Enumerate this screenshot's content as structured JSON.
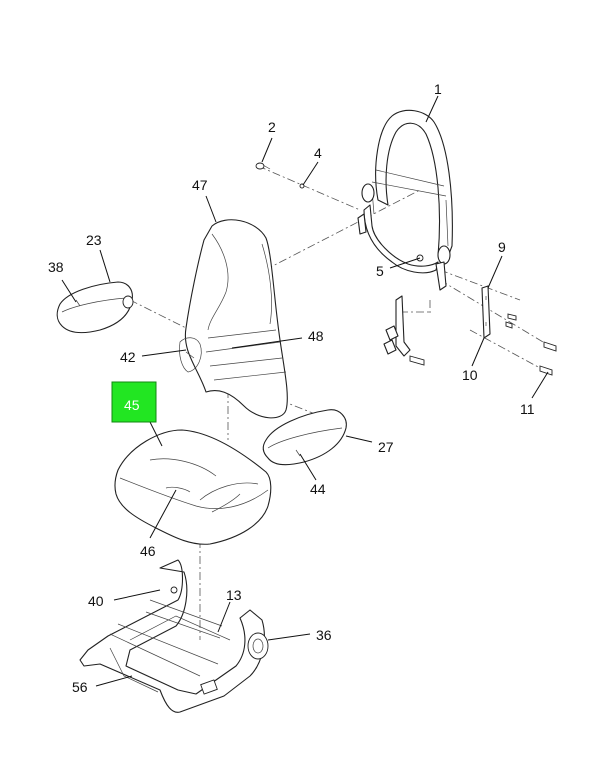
{
  "diagram": {
    "highlighted_callout": "45",
    "highlight_color": "#22e622",
    "callouts": {
      "c1": "1",
      "c2": "2",
      "c4": "4",
      "c5": "5",
      "c9": "9",
      "c10": "10",
      "c11": "11",
      "c13": "13",
      "c23": "23",
      "c27": "27",
      "c36": "36",
      "c38": "38",
      "c40": "40",
      "c42": "42",
      "c44": "44",
      "c45": "45",
      "c46": "46",
      "c47": "47",
      "c48": "48",
      "c56": "56"
    }
  }
}
